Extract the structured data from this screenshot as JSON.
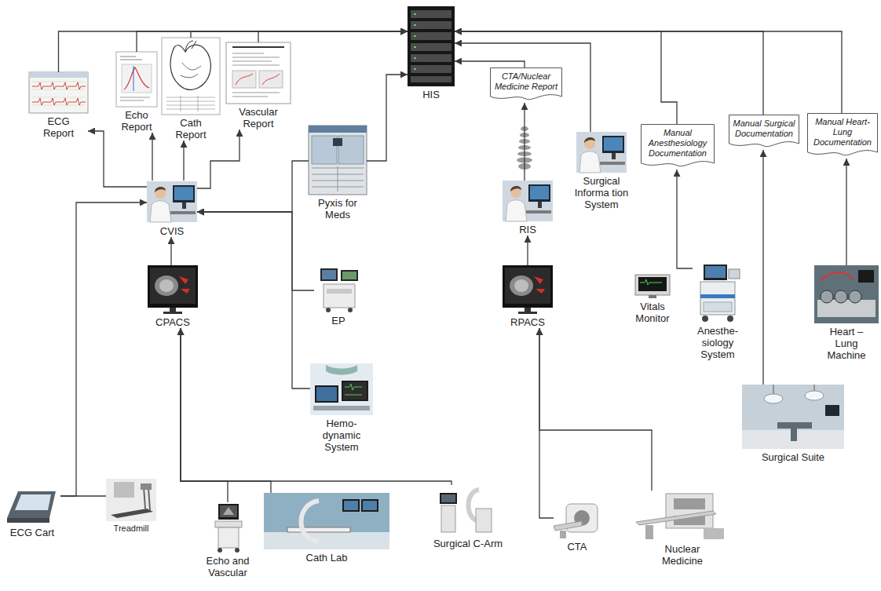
{
  "diagram": {
    "nodes": [
      {
        "text": [
          "HIS"
        ]
      },
      {
        "text": [
          "ECG Report"
        ]
      },
      {
        "text": [
          "Echo Report"
        ]
      },
      {
        "text": [
          "Cath Report"
        ]
      },
      {
        "text": [
          "Vascular Report"
        ]
      },
      {
        "text": [
          "Pyxis for Meds"
        ]
      },
      {
        "text": [
          "CTA/Nuclear Medicine Report"
        ]
      },
      {
        "text": [
          "Surgical Informa tion System"
        ]
      },
      {
        "text": [
          "Manual Anesthesiology Documentation"
        ]
      },
      {
        "text": [
          "Manual Surgical Documentation"
        ]
      },
      {
        "text": [
          "Manual Heart- Lung Documentation"
        ]
      },
      {
        "text": [
          "CVIS"
        ]
      },
      {
        "text": [
          "RIS"
        ]
      },
      {
        "text": [
          "CPACS"
        ]
      },
      {
        "text": [
          "EP"
        ]
      },
      {
        "text": [
          "RPACS"
        ]
      },
      {
        "text": [
          "Vitals Monitor"
        ]
      },
      {
        "text": [
          "Anesthe- siology System"
        ]
      },
      {
        "text": [
          "Heart – Lung Machine"
        ]
      },
      {
        "text": [
          "Hemo- dynamic System"
        ]
      },
      {
        "text": [
          "Surgical Suite"
        ]
      },
      {
        "text": [
          "ECG Cart"
        ]
      },
      {
        "text": [
          "Treadmill"
        ]
      },
      {
        "text": [
          "Echo and Vascular"
        ]
      },
      {
        "text": [
          "Cath Lab"
        ]
      },
      {
        "text": [
          "Surgical C-Arm"
        ]
      },
      {
        "text": [
          "CTA"
        ]
      },
      {
        "text": [
          "Nuclear Medicine"
        ]
      }
    ],
    "edges": [
      {
        "from": 1,
        "to": 0,
        "arrow": "to"
      },
      {
        "from": 2,
        "to": 0,
        "arrow": "to"
      },
      {
        "from": 3,
        "to": 0,
        "arrow": "to"
      },
      {
        "from": 4,
        "to": 0,
        "arrow": "to"
      },
      {
        "from": 11,
        "to": 1,
        "arrow": "to"
      },
      {
        "from": 11,
        "to": 2,
        "arrow": "to"
      },
      {
        "from": 11,
        "to": 3,
        "arrow": "to"
      },
      {
        "from": 11,
        "to": 4,
        "arrow": "to"
      },
      {
        "from": 5,
        "to": 0,
        "arrow": "to"
      },
      {
        "from": 5,
        "to": 11,
        "arrow": "to"
      },
      {
        "from": 14,
        "to": 11,
        "arrow": "to"
      },
      {
        "from": 19,
        "to": 11,
        "arrow": "to"
      },
      {
        "from": 21,
        "to": 11,
        "arrow": "to"
      },
      {
        "from": 22,
        "to": 21,
        "arrow": "none"
      },
      {
        "from": 13,
        "to": 11,
        "arrow": "to"
      },
      {
        "from": 23,
        "to": 13,
        "arrow": "to"
      },
      {
        "from": 24,
        "to": 13,
        "arrow": "to"
      },
      {
        "from": 25,
        "to": 13,
        "arrow": "to"
      },
      {
        "from": 26,
        "to": 15,
        "arrow": "to"
      },
      {
        "from": 27,
        "to": 15,
        "arrow": "to"
      },
      {
        "from": 15,
        "to": 12,
        "arrow": "to"
      },
      {
        "from": 12,
        "to": 6,
        "arrow": "to"
      },
      {
        "from": 6,
        "to": 0,
        "arrow": "to"
      },
      {
        "from": 7,
        "to": 0,
        "arrow": "to"
      },
      {
        "from": 8,
        "to": 0,
        "arrow": "to"
      },
      {
        "from": 9,
        "to": 0,
        "arrow": "to"
      },
      {
        "from": 10,
        "to": 0,
        "arrow": "to"
      },
      {
        "from": 17,
        "to": 8,
        "arrow": "to"
      },
      {
        "from": 20,
        "to": 9,
        "arrow": "to"
      },
      {
        "from": 18,
        "to": 10,
        "arrow": "to"
      }
    ]
  }
}
